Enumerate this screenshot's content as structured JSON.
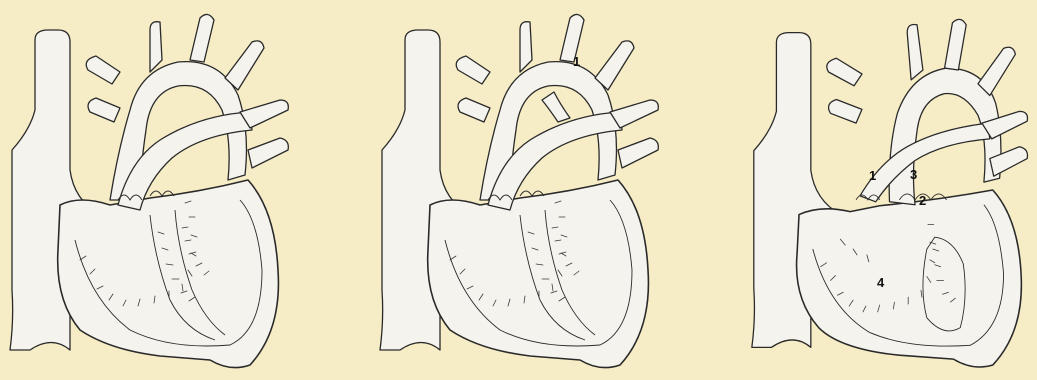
{
  "panels": [
    {
      "labels": []
    },
    {
      "labels": [
        {
          "text": "1"
        }
      ]
    },
    {
      "labels": [
        {
          "text": "1"
        },
        {
          "text": "3"
        },
        {
          "text": "2"
        },
        {
          "text": "4"
        }
      ]
    }
  ],
  "colors": {
    "background": "#f6ecc5",
    "tissue": "#f4f3ee",
    "line": "#2a2a2a"
  }
}
